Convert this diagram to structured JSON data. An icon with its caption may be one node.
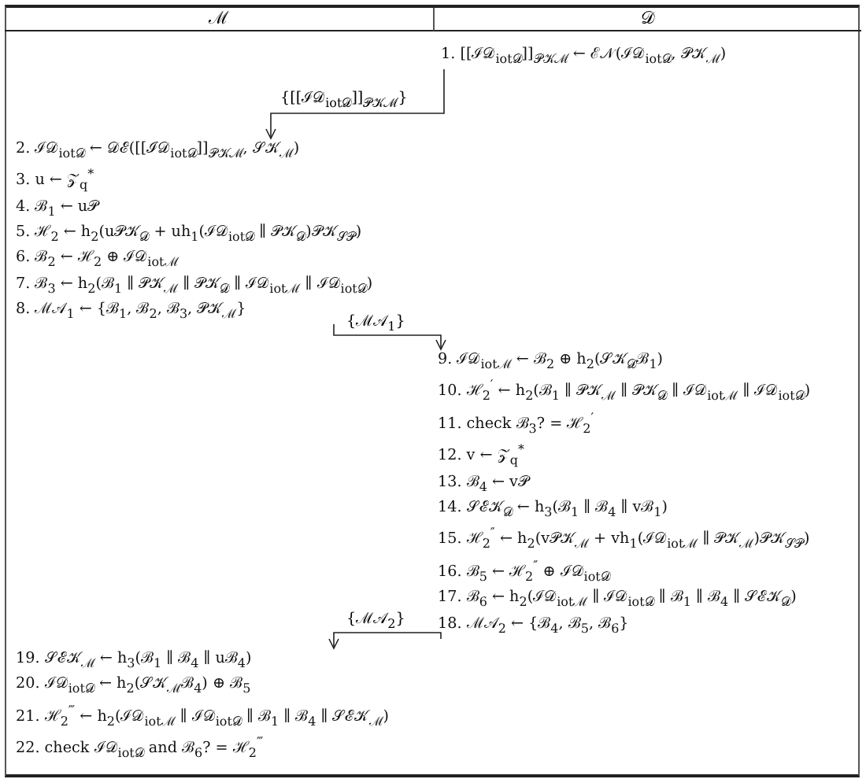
{
  "diagram": {
    "nodes": [
      {
        "text": [
          "ℳ"
        ]
      },
      {
        "text": [
          "𝒟"
        ]
      },
      {
        "text": [
          "1. [[ℐ𝒟$_{iot𝒟}$]]$_{𝒫𝒦ℳ}$ ← ℰ𝒩(ℐ𝒟$_{iot𝒟}$, 𝒫𝒦$_{ℳ}$)"
        ]
      },
      {
        "text": [
          "2. ℐ𝒟$_{iot𝒟}$ ← 𝒟ℰ([[ℐ𝒟$_{iot𝒟}$]]$_{𝒫𝒦ℳ}$, 𝒮𝒦$_{ℳ}$)",
          "3. u ← 𝒵$_{q}$$^{*}$",
          "4. ℬ$_{1}$ ← u𝒫",
          "5. ℋ$_{2}$ ← h$_{2}$(u𝒫𝒦$_{𝒟}$ + uh$_{1}$(ℐ𝒟$_{iot𝒟}$ ∥ 𝒫𝒦$_{𝒟}$)𝒫𝒦$_{𝒮𝒫}$)",
          "6. ℬ$_{2}$ ← ℋ$_{2}$ ⊕ ℐ𝒟$_{iotℳ}$",
          "7. ℬ$_{3}$ ← h$_{2}$(ℬ$_{1}$ ∥ 𝒫𝒦$_{ℳ}$ ∥ 𝒫𝒦$_{𝒟}$ ∥ ℐ𝒟$_{iotℳ}$ ∥ ℐ𝒟$_{iot𝒟}$)",
          "8. ℳ𝒜$_{1}$ ← {ℬ$_{1}$, ℬ$_{2}$, ℬ$_{3}$, 𝒫𝒦$_{ℳ}$}"
        ]
      },
      {
        "text": [
          "9. ℐ𝒟$_{iotℳ}$ ← ℬ$_{2}$ ⊕ h$_{2}$(𝒮𝒦$_{𝒟}$ℬ$_{1}$)",
          "10. ℋ$_{2}$$^{′}$ ← h$_{2}$(ℬ$_{1}$ ∥ 𝒫𝒦$_{ℳ}$ ∥ 𝒫𝒦$_{𝒟}$ ∥ ℐ𝒟$_{iotℳ}$ ∥ ℐ𝒟$_{iot𝒟}$)",
          "11. check ℬ$_{3}$? = ℋ$_{2}$$^{′}$",
          "12. v ← 𝒵$_{q}$$^{*}$",
          "13. ℬ$_{4}$ ← v𝒫",
          "14. 𝒮ℰ𝒦$_{𝒟}$ ← h$_{3}$(ℬ$_{1}$ ∥ ℬ$_{4}$ ∥ vℬ$_{1}$)",
          "15. ℋ$_{2}$$^{″}$ ← h$_{2}$(v𝒫𝒦$_{ℳ}$ + vh$_{1}$(ℐ𝒟$_{iotℳ}$ ∥ 𝒫𝒦$_{ℳ}$)𝒫𝒦$_{𝒮𝒫}$)",
          "16. ℬ$_{5}$ ← ℋ$_{2}$$^{″}$ ⊕ ℐ𝒟$_{iot𝒟}$",
          "17. ℬ$_{6}$ ← h$_{2}$(ℐ𝒟$_{iotℳ}$ ∥ ℐ𝒟$_{iot𝒟}$ ∥ ℬ$_{1}$ ∥ ℬ$_{4}$ ∥ 𝒮ℰ𝒦$_{𝒟}$)",
          "18. ℳ𝒜$_{2}$ ← {ℬ$_{4}$, ℬ$_{5}$, ℬ$_{6}$}"
        ]
      },
      {
        "text": [
          "19. 𝒮ℰ𝒦$_{ℳ}$ ← h$_{3}$(ℬ$_{1}$ ∥ ℬ$_{4}$ ∥ uℬ$_{4}$)",
          "20. ℐ𝒟$_{iot𝒟}$ ← h$_{2}$(𝒮𝒦$_{ℳ}$ℬ$_{4}$) ⊕ ℬ$_{5}$",
          "21. ℋ$_{2}$$^{‴}$ ← h$_{2}$(ℐ𝒟$_{iotℳ}$ ∥ ℐ𝒟$_{iot𝒟}$ ∥ ℬ$_{1}$ ∥ ℬ$_{4}$ ∥ 𝒮ℰ𝒦$_{ℳ}$)",
          "22. check ℐ𝒟$_{iot𝒟}$ and ℬ$_{6}$? = ℋ$_{2}$$^{‴}$"
        ]
      }
    ],
    "edges": [
      {
        "from": 2,
        "to": 3,
        "arrow": "to",
        "label": "{[[ℐ𝒟$_{iot𝒟}$]]$_{𝒫𝒦ℳ}$}"
      },
      {
        "from": 3,
        "to": 4,
        "arrow": "to",
        "label": "{ℳ𝒜$_{1}$}"
      },
      {
        "from": 4,
        "to": 5,
        "arrow": "to",
        "label": "{ℳ𝒜$_{2}$}"
      }
    ]
  }
}
